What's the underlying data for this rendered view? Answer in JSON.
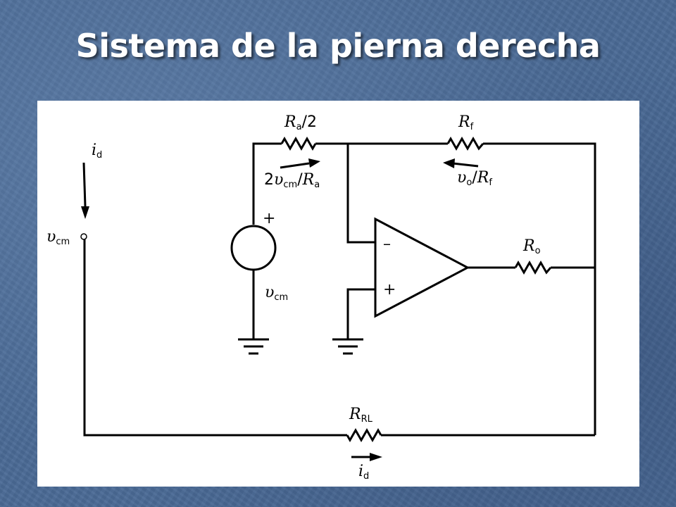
{
  "slide": {
    "title": "Sistema de la pierna derecha"
  },
  "labels": {
    "id_top": {
      "base": "i",
      "sub": "d"
    },
    "vcm_left": {
      "base": "υ",
      "sub": "cm"
    },
    "ra2": {
      "base": "R",
      "sub": "a",
      "suffix": "/2"
    },
    "rf": {
      "base": "R",
      "sub": "f"
    },
    "curr_ra": {
      "pre": "2",
      "base": "υ",
      "sub": "cm",
      "slash": "/",
      "base2": "R",
      "sub2": "a"
    },
    "curr_rf": {
      "base": "υ",
      "sub": "o",
      "slash": "/",
      "base2": "R",
      "sub2": "f"
    },
    "plus_src": "+",
    "vcm_src": {
      "base": "υ",
      "sub": "cm"
    },
    "minus_in": "–",
    "plus_in": "+",
    "ro": {
      "base": "R",
      "sub": "o"
    },
    "rrl": {
      "base": "R",
      "sub": "RL"
    },
    "id_bottom": {
      "base": "i",
      "sub": "d"
    }
  }
}
